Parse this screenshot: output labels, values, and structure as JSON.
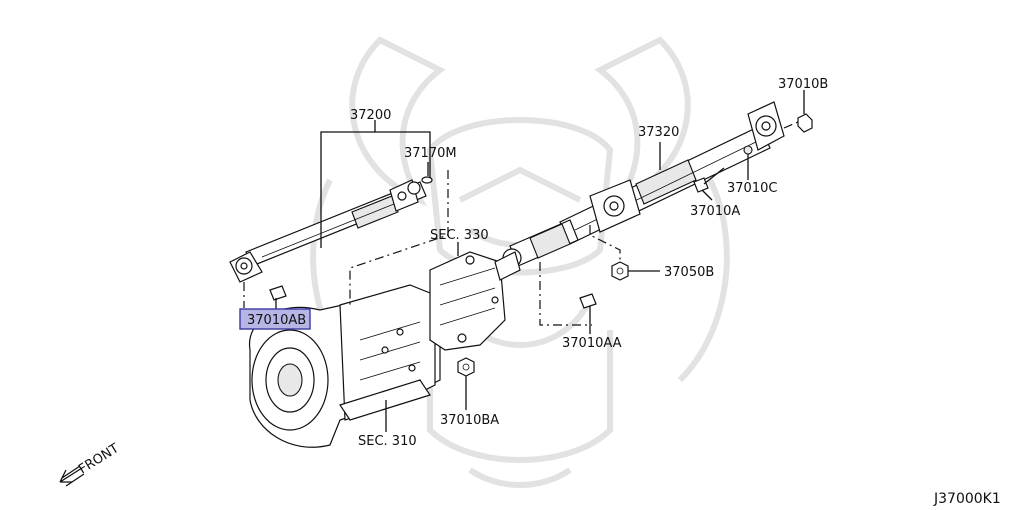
{
  "diagram": {
    "code": "J37000K1",
    "front_label": "FRONT",
    "highlighted_part": "37010AB",
    "parts": {
      "p37200": "37200",
      "p37170M": "37170M",
      "p37320": "37320",
      "p37010B": "37010B",
      "p37010C": "37010C",
      "p37010A": "37010A",
      "p37050B": "37050B",
      "p37010AA": "37010AA",
      "p37010BA": "37010BA",
      "p37010AB": "37010AB"
    },
    "sections": {
      "sec330": "SEC. 330",
      "sec310": "SEC. 310"
    },
    "colors": {
      "highlight_fill": "#b7b5e6",
      "highlight_border": "#3a3aa0",
      "line": "#111111",
      "watermark": "#d6d6d6"
    }
  }
}
